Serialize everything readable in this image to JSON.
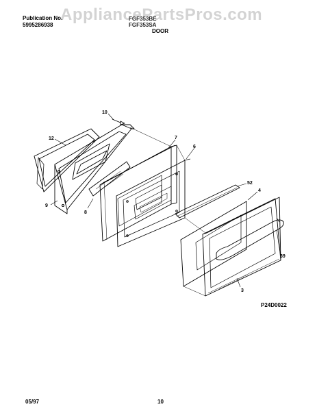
{
  "header": {
    "publication_label": "Publication No.",
    "publication_number": "5995286938",
    "models": [
      "FGF353BE",
      "FGF353SA"
    ],
    "section": "DOOR"
  },
  "watermark": "AppliancePartsPros.com",
  "diagram": {
    "id": "P24D0022",
    "callouts": [
      "10",
      "12",
      "7",
      "6",
      "9",
      "8",
      "52",
      "4",
      "39",
      "3"
    ]
  },
  "footer": {
    "date": "05/97",
    "page": "10"
  }
}
